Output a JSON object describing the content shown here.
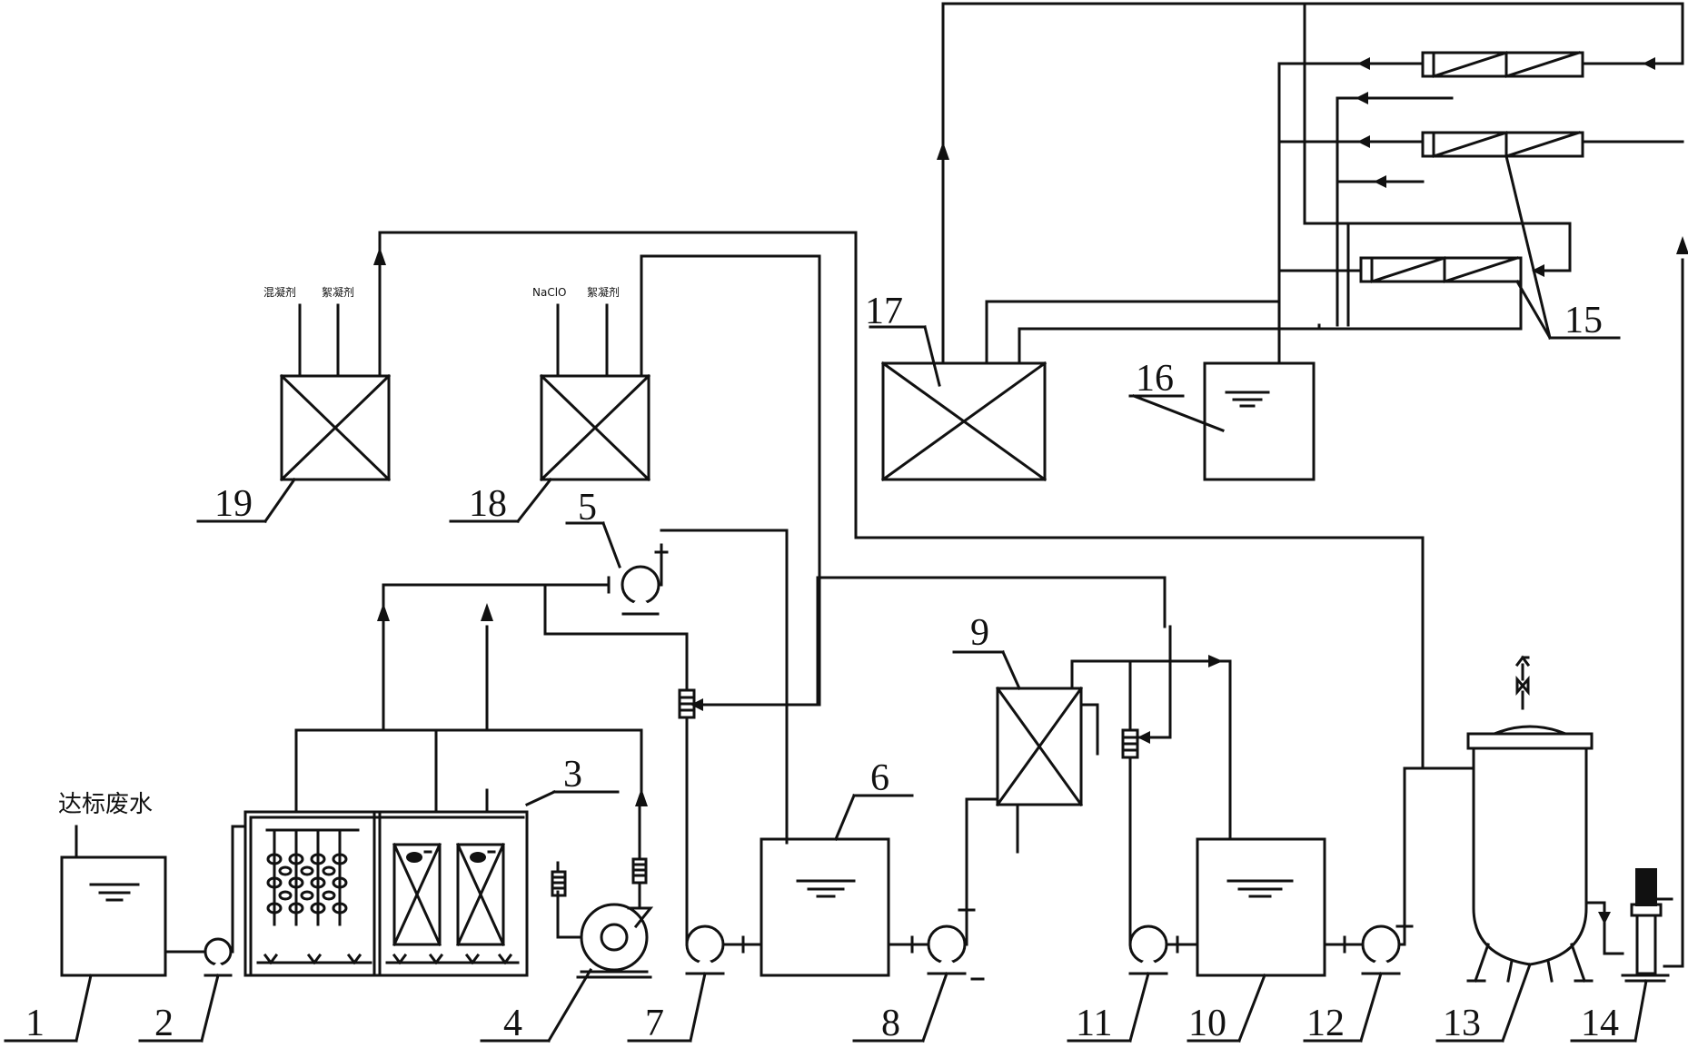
{
  "labels": {
    "inlet_tank_caption": "达标废水",
    "reagent_19_a": "混凝剂",
    "reagent_19_b": "絮凝剂",
    "reagent_18_a": "NaClO",
    "reagent_18_b": "絮凝剂"
  },
  "numbers": {
    "n1": "1",
    "n2": "2",
    "n3": "3",
    "n4": "4",
    "n5": "5",
    "n6": "6",
    "n7": "7",
    "n8": "8",
    "n9": "9",
    "n10": "10",
    "n11": "11",
    "n12": "12",
    "n13": "13",
    "n14": "14",
    "n15": "15",
    "n16": "16",
    "n17": "17",
    "n18": "18",
    "n19": "19"
  }
}
